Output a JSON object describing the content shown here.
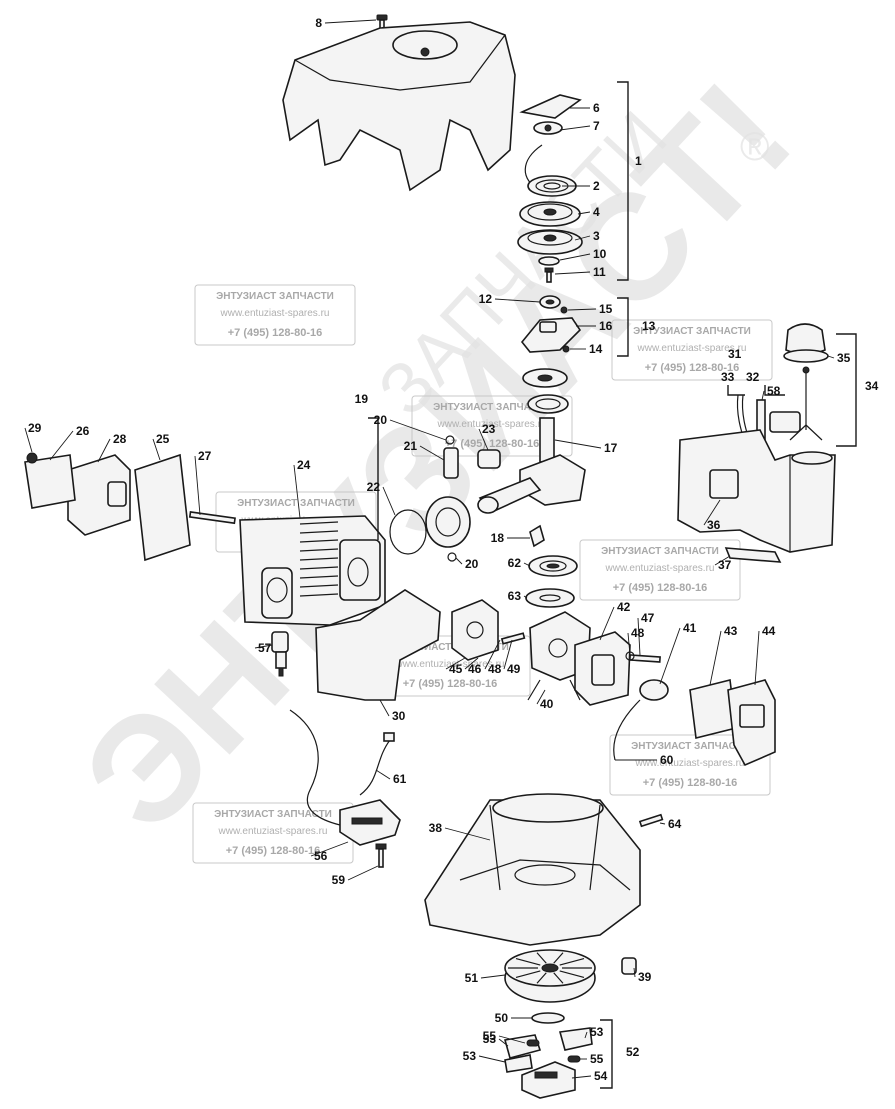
{
  "watermark": {
    "big_text": "ЭНТУЗИАСТ!",
    "mid_text": "ЗАПЧАСТИ",
    "registered": "®"
  },
  "stamp": {
    "line1": "ЭНТУЗИАСТ ЗАПЧАСТИ",
    "line2": "www.entuziast-spares.ru",
    "line3": "+7 (495) 128-80-16"
  },
  "callouts": [
    "1",
    "2",
    "3",
    "4",
    "6",
    "7",
    "8",
    "10",
    "11",
    "12",
    "13",
    "14",
    "15",
    "16",
    "17",
    "18",
    "19",
    "20",
    "20",
    "21",
    "22",
    "23",
    "24",
    "25",
    "26",
    "27",
    "28",
    "29",
    "30",
    "31",
    "32",
    "33",
    "34",
    "35",
    "36",
    "37",
    "38",
    "39",
    "40",
    "41",
    "42",
    "43",
    "44",
    "45",
    "46",
    "47",
    "48",
    "48",
    "49",
    "50",
    "51",
    "52",
    "53",
    "53",
    "53",
    "54",
    "55",
    "55",
    "56",
    "57",
    "58",
    "59",
    "60",
    "61",
    "62",
    "63",
    "64"
  ],
  "colors": {
    "line": "#1a1a1a",
    "watermark": "#d8d8d8"
  }
}
